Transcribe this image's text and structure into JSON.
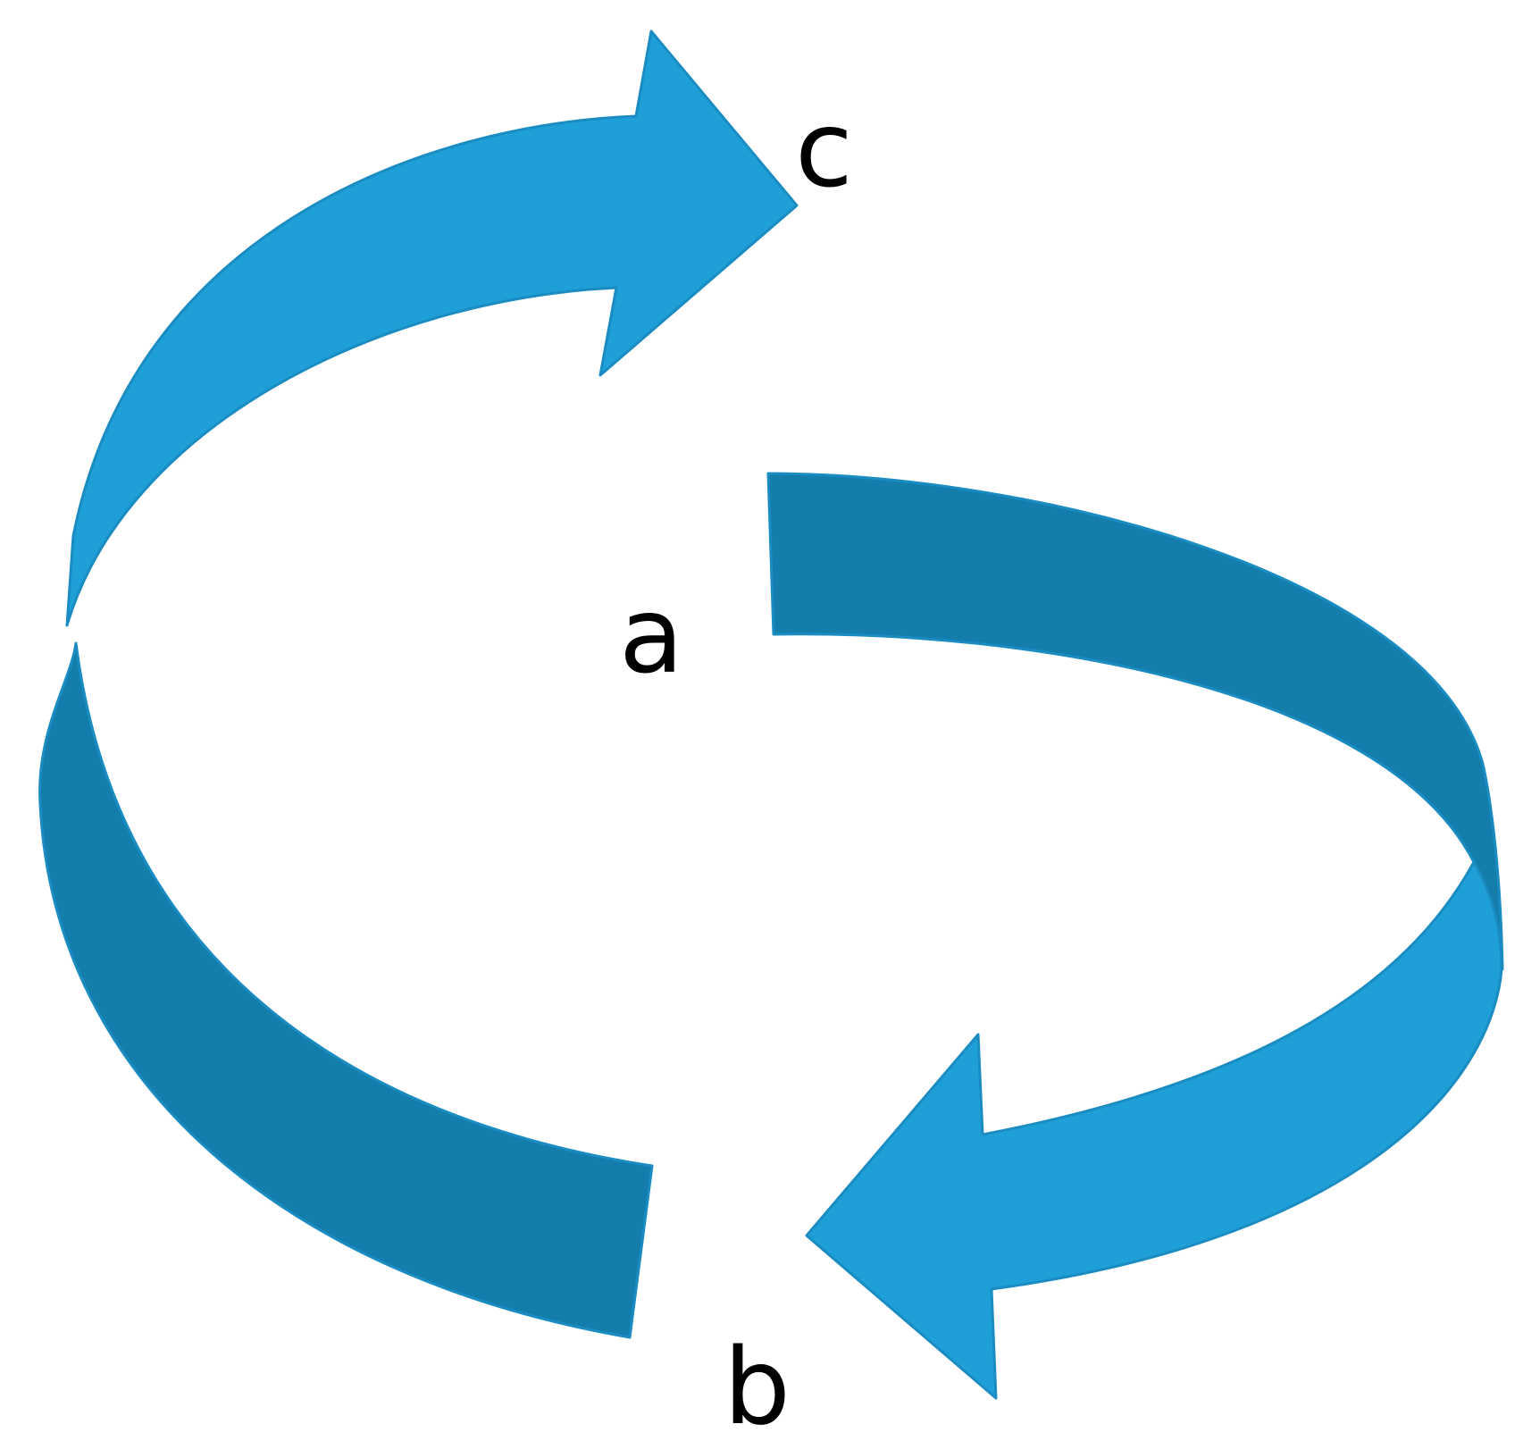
{
  "diagram": {
    "labels": {
      "a": "a",
      "b": "b",
      "c": "c"
    },
    "colors": {
      "arrow_light": "#1f9fd8",
      "arrow_dark": "#137eac",
      "arrow_edge": "#1a8cc2",
      "text": "#000000",
      "background": "#ffffff"
    }
  }
}
